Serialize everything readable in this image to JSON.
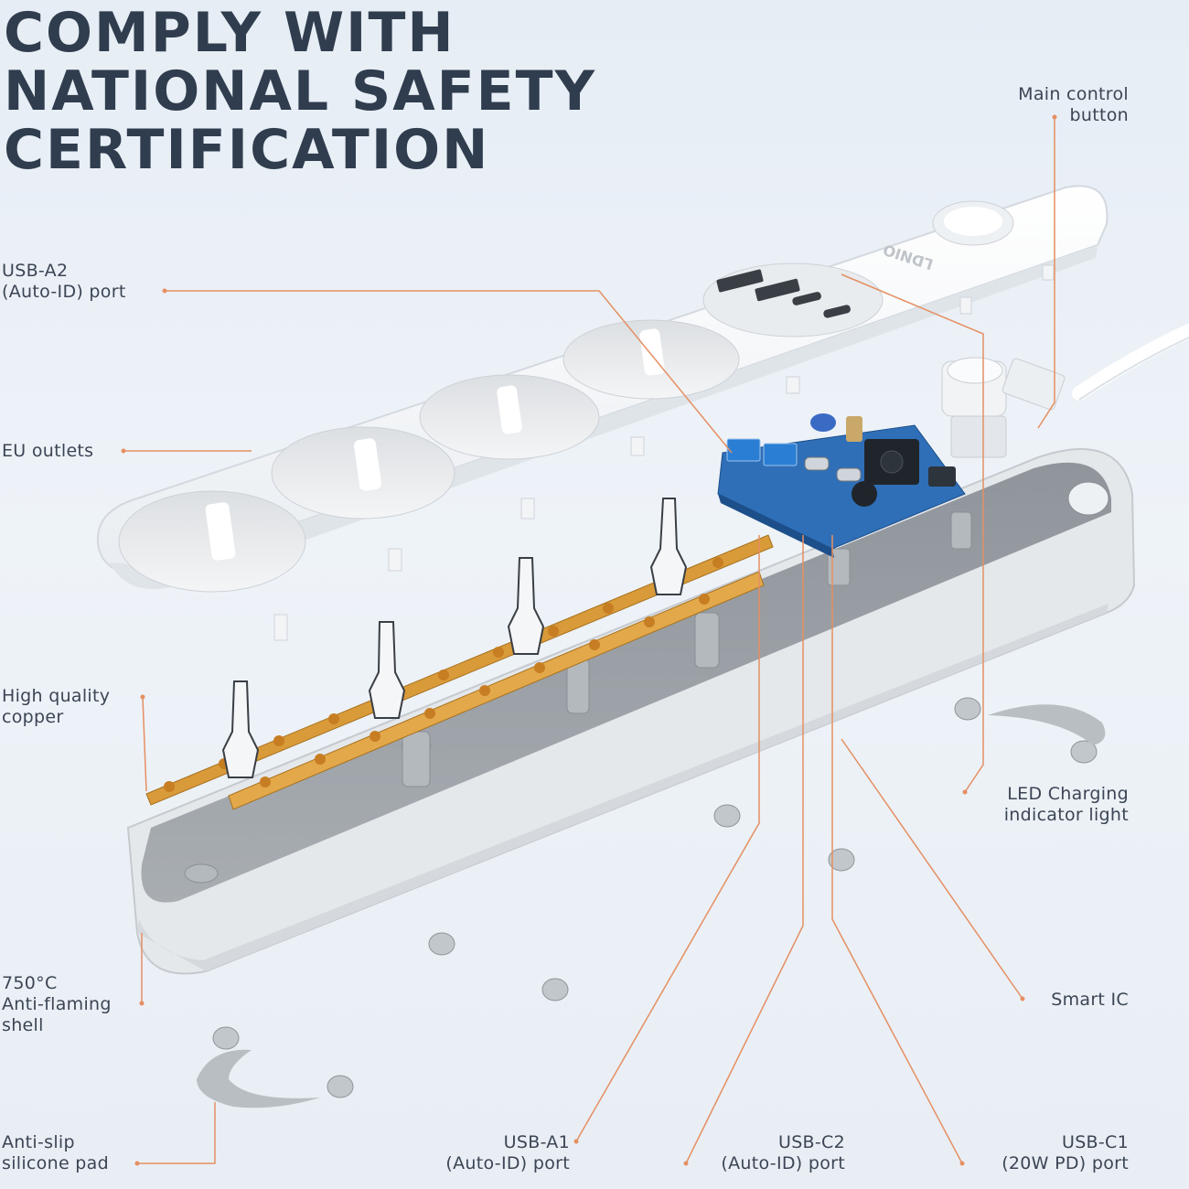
{
  "headline": {
    "line1": "COMPLY WITH",
    "line2": "NATIONAL SAFETY",
    "line3": "CERTIFICATION"
  },
  "brand": {
    "logo_text": "LDNIO"
  },
  "callouts": {
    "main_control": {
      "line1": "Main control",
      "line2": "button"
    },
    "usb_a2": {
      "line1": "USB-A2",
      "line2": "(Auto-ID) port"
    },
    "eu_outlets": {
      "line1": "EU outlets"
    },
    "copper": {
      "line1": "High quality",
      "line2": "copper"
    },
    "led": {
      "line1": "LED Charging",
      "line2": "indicator light"
    },
    "shell": {
      "line1": "750°C",
      "line2": "Anti-flaming",
      "line3": "shell"
    },
    "smart_ic": {
      "line1": "Smart IC"
    },
    "anti_slip": {
      "line1": "Anti-slip",
      "line2": "silicone pad"
    },
    "usb_a1": {
      "line1": "USB-A1",
      "line2": "(Auto-ID) port"
    },
    "usb_c2": {
      "line1": "USB-C2",
      "line2": "(Auto-ID) port"
    },
    "usb_c1": {
      "line1": "USB-C1",
      "line2": "(20W PD) port"
    }
  },
  "colors": {
    "headline": "#2f3d4f",
    "leader_line": "#e58f63",
    "shell_white": "#ffffff",
    "housing_gray": "#9aa0a6",
    "copper": "#d99a3a",
    "pcb_blue": "#2f6fb8"
  }
}
